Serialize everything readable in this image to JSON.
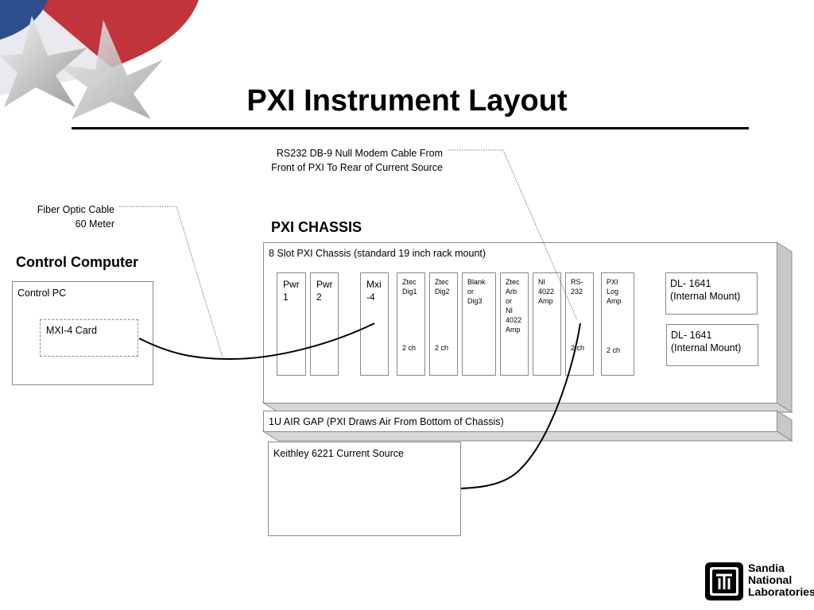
{
  "title": "PXI Instrument Layout",
  "notes": {
    "rs232_cable_line1": "RS232 DB-9 Null Modem Cable From",
    "rs232_cable_line2": "Front of PXI To Rear of Current Source",
    "fiber_line1": "Fiber Optic Cable",
    "fiber_line2": "60 Meter"
  },
  "pxi_chassis_heading": "PXI CHASSIS",
  "control_computer_heading": "Control Computer",
  "control_pc": {
    "label": "Control PC",
    "card_label": "MXI-4 Card"
  },
  "chassis": {
    "label": "8 Slot PXI Chassis (standard 19 inch rack mount)",
    "slots": [
      {
        "name": "pwr1",
        "label": "Pwr\n1",
        "channels": ""
      },
      {
        "name": "pwr2",
        "label": "Pwr\n2",
        "channels": ""
      },
      {
        "name": "mxi4",
        "label": "Mxi\n-4",
        "channels": ""
      },
      {
        "name": "ztec-dig1",
        "label": "Ztec\nDig1",
        "channels": "2 ch"
      },
      {
        "name": "ztec-dig2",
        "label": "Ztec\nDig2",
        "channels": "2 ch"
      },
      {
        "name": "blank-dig3",
        "label": "Blank\nor\nDig3",
        "channels": ""
      },
      {
        "name": "ztec-arb",
        "label": "Ztec\nArb\nor\nNI\n4022\nAmp",
        "channels": ""
      },
      {
        "name": "ni4022",
        "label": "NI\n4022\nAmp",
        "channels": ""
      },
      {
        "name": "rs232",
        "label": "RS-\n232",
        "channels": "2 ch"
      },
      {
        "name": "pxi-log-amp",
        "label": "PXI\nLog\nAmp",
        "channels": "2 ch"
      }
    ],
    "dl_modules": [
      {
        "label": "DL- 1641\n(Internal Mount)"
      },
      {
        "label": "DL- 1641\n(Internal Mount)"
      }
    ]
  },
  "air_gap_label": "1U AIR GAP (PXI Draws Air From Bottom of Chassis)",
  "current_source_label": "Keithley 6221 Current Source",
  "logo": {
    "text_line1": "Sandia",
    "text_line2": "National",
    "text_line3": "Laboratories"
  },
  "colors": {
    "flag_red": "#c0343a",
    "flag_blue": "#2d4f8e",
    "box_border": "#8a8a8a",
    "chassis_shadow": "#c8c8c8"
  }
}
